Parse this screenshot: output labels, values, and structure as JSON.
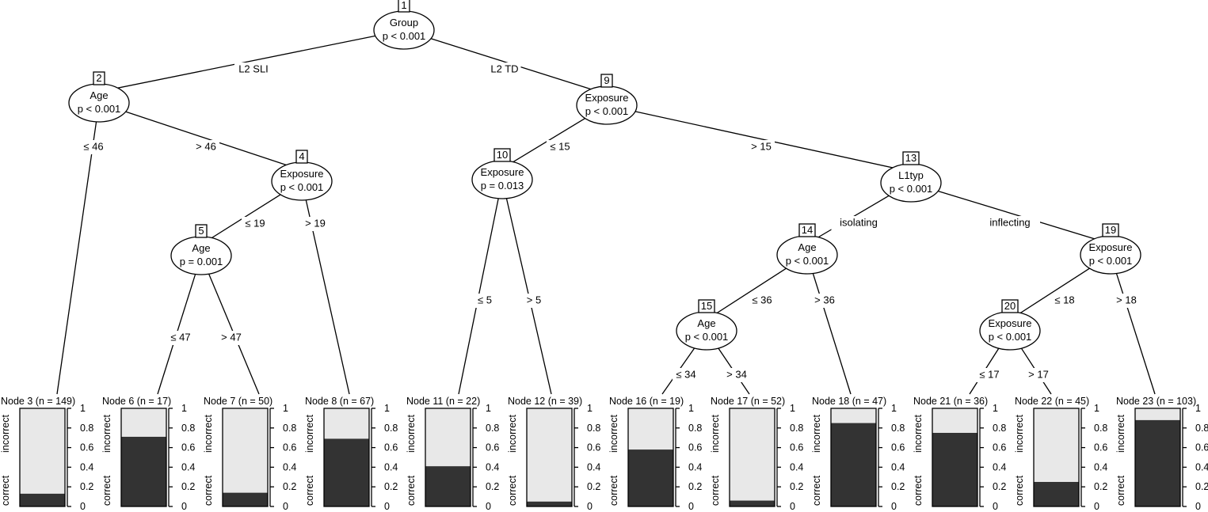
{
  "tree": {
    "inner_nodes": [
      {
        "id": "1",
        "var": "Group",
        "p": "p < 0.001"
      },
      {
        "id": "2",
        "var": "Age",
        "p": "p < 0.001"
      },
      {
        "id": "4",
        "var": "Exposure",
        "p": "p < 0.001"
      },
      {
        "id": "5",
        "var": "Age",
        "p": "p = 0.001"
      },
      {
        "id": "9",
        "var": "Exposure",
        "p": "p < 0.001"
      },
      {
        "id": "10",
        "var": "Exposure",
        "p": "p = 0.013"
      },
      {
        "id": "13",
        "var": "L1typ",
        "p": "p < 0.001"
      },
      {
        "id": "14",
        "var": "Age",
        "p": "p < 0.001"
      },
      {
        "id": "15",
        "var": "Age",
        "p": "p < 0.001"
      },
      {
        "id": "19",
        "var": "Exposure",
        "p": "p < 0.001"
      },
      {
        "id": "20",
        "var": "Exposure",
        "p": "p < 0.001"
      }
    ],
    "edges": [
      {
        "from": "1",
        "to": "2",
        "label": "L2 SLI"
      },
      {
        "from": "1",
        "to": "9",
        "label": "L2 TD"
      },
      {
        "from": "2",
        "to": "3",
        "label": "≤ 46"
      },
      {
        "from": "2",
        "to": "4",
        "label": "> 46"
      },
      {
        "from": "4",
        "to": "5",
        "label": "≤ 19"
      },
      {
        "from": "4",
        "to": "8",
        "label": "> 19"
      },
      {
        "from": "5",
        "to": "6",
        "label": "≤ 47"
      },
      {
        "from": "5",
        "to": "7",
        "label": "> 47"
      },
      {
        "from": "9",
        "to": "10",
        "label": "≤ 15"
      },
      {
        "from": "9",
        "to": "13",
        "label": "> 15"
      },
      {
        "from": "10",
        "to": "11",
        "label": "≤ 5"
      },
      {
        "from": "10",
        "to": "12",
        "label": "> 5"
      },
      {
        "from": "13",
        "to": "14",
        "label": "isolating"
      },
      {
        "from": "13",
        "to": "19",
        "label": "inflecting"
      },
      {
        "from": "14",
        "to": "15",
        "label": "≤ 36"
      },
      {
        "from": "14",
        "to": "18",
        "label": "> 36"
      },
      {
        "from": "15",
        "to": "16",
        "label": "≤ 34"
      },
      {
        "from": "15",
        "to": "17",
        "label": "> 34"
      },
      {
        "from": "19",
        "to": "20",
        "label": "≤ 18"
      },
      {
        "from": "19",
        "to": "23",
        "label": "> 18"
      },
      {
        "from": "20",
        "to": "21",
        "label": "≤ 17"
      },
      {
        "from": "20",
        "to": "22",
        "label": "> 17"
      }
    ],
    "leaves": [
      {
        "id": "3",
        "title": "Node 3 (n = 149)",
        "correct": 0.13
      },
      {
        "id": "6",
        "title": "Node 6 (n = 17)",
        "correct": 0.71
      },
      {
        "id": "7",
        "title": "Node 7 (n = 50)",
        "correct": 0.14
      },
      {
        "id": "8",
        "title": "Node 8 (n = 67)",
        "correct": 0.69
      },
      {
        "id": "11",
        "title": "Node 11 (n = 22)",
        "correct": 0.41
      },
      {
        "id": "12",
        "title": "Node 12 (n = 39)",
        "correct": 0.05
      },
      {
        "id": "16",
        "title": "Node 16 (n = 19)",
        "correct": 0.58
      },
      {
        "id": "17",
        "title": "Node 17 (n = 52)",
        "correct": 0.06
      },
      {
        "id": "18",
        "title": "Node 18 (n = 47)",
        "correct": 0.85
      },
      {
        "id": "21",
        "title": "Node 21 (n = 36)",
        "correct": 0.75
      },
      {
        "id": "22",
        "title": "Node 22 (n = 45)",
        "correct": 0.25
      },
      {
        "id": "23",
        "title": "Node 23 (n = 103)",
        "correct": 0.88
      }
    ],
    "leaf_axis": {
      "ticks": [
        "0",
        "0.2",
        "0.4",
        "0.6",
        "0.8",
        "1"
      ],
      "categories": [
        "correct",
        "incorrect"
      ]
    }
  }
}
